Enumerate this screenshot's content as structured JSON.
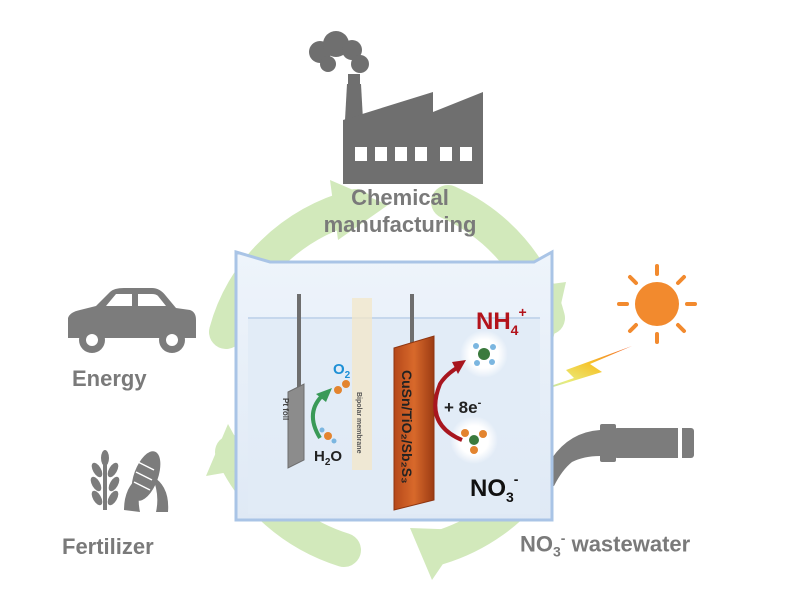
{
  "labels": {
    "chemical_line1": "Chemical",
    "chemical_line2": "manufacturing",
    "energy": "Energy",
    "fertilizer": "Fertilizer",
    "wastewater_no": "NO",
    "wastewater_sub": "3",
    "wastewater_sup": "-",
    "wastewater_rest": " wastewater"
  },
  "cell": {
    "nh4_base": "NH",
    "nh4_sub": "4",
    "nh4_sup": "+",
    "o2_base": "O",
    "o2_sub": "2",
    "h2o_h": "H",
    "h2o_sub": "2",
    "h2o_o": "O",
    "electrons": "+ 8e",
    "electrons_sup": "-",
    "no3_base": "NO",
    "no3_sub": "3",
    "no3_sup": "-",
    "anode_label": "Pt foil",
    "membrane_label": "Bipolar membrane",
    "photocathode_label": "CuSn/TiO₂/Sb₂S₃"
  },
  "icons": [
    "factory-icon",
    "car-icon",
    "wheat-icon",
    "corn-icon",
    "sun-icon",
    "pipe-icon",
    "light-beam-icon",
    "recycle-arrows-icon"
  ],
  "colors": {
    "label_gray": "#7a7a7a",
    "cycle_green": "#cfe8b6",
    "nh4_red": "#b3131b",
    "o2_blue": "#1e90d6",
    "photocathode_orange": "#c9581e",
    "sun_orange": "#f28a2e"
  }
}
